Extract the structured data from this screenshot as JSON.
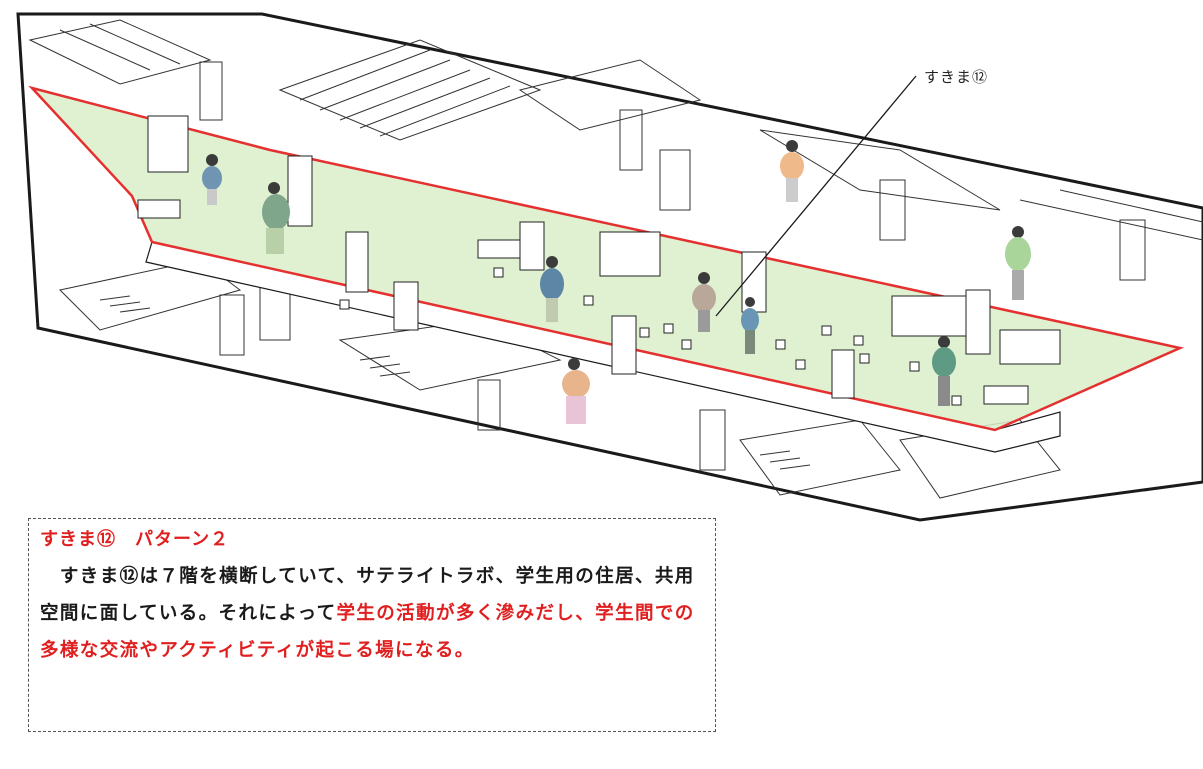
{
  "callout": {
    "label": "すきま⑫"
  },
  "note": {
    "heading_name": "すきま⑫",
    "heading_pattern": "パターン２",
    "body_plain_1": "　すきま⑫は７階を横断していて、サテライトラボ、学生用の住居、共用空間に面している。それによって",
    "body_highlight": "学生の活動が多く滲みだし、学生間での多様な交流やアクティビティが起こる場になる。"
  },
  "colors": {
    "zone_fill": "#d9efc9",
    "zone_outline": "#e53030",
    "accent_text": "#e02020",
    "linework": "#1a1a1a"
  }
}
